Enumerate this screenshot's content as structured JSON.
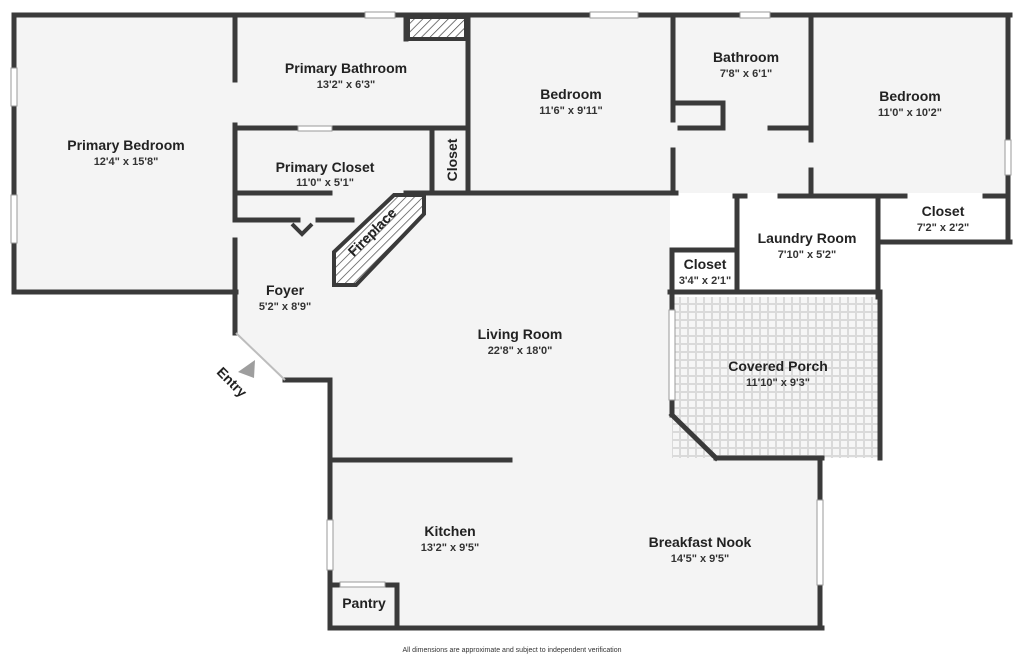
{
  "rooms": {
    "primary_bedroom": {
      "name": "Primary Bedroom",
      "dim": "12'4\" x 15'8\""
    },
    "primary_bathroom": {
      "name": "Primary Bathroom",
      "dim": "13'2\" x 6'3\""
    },
    "primary_closet": {
      "name": "Primary Closet",
      "dim": "11'0\" x 5'1\""
    },
    "closet_small": {
      "name": "Closet"
    },
    "bedroom_center": {
      "name": "Bedroom",
      "dim": "11'6\" x 9'11\""
    },
    "bathroom": {
      "name": "Bathroom",
      "dim": "7'8\" x 6'1\""
    },
    "bedroom_right": {
      "name": "Bedroom",
      "dim": "11'0\" x 10'2\""
    },
    "closet_right": {
      "name": "Closet",
      "dim": "7'2\" x 2'2\""
    },
    "laundry": {
      "name": "Laundry Room",
      "dim": "7'10\" x 5'2\""
    },
    "closet_laundry": {
      "name": "Closet",
      "dim": "3'4\" x 2'1\""
    },
    "fireplace": {
      "name": "Fireplace"
    },
    "foyer": {
      "name": "Foyer",
      "dim": "5'2\" x 8'9\""
    },
    "living": {
      "name": "Living Room",
      "dim": "22'8\" x 18'0\""
    },
    "porch": {
      "name": "Covered Porch",
      "dim": "11'10\" x 9'3\""
    },
    "kitchen": {
      "name": "Kitchen",
      "dim": "13'2\" x 9'5\""
    },
    "breakfast": {
      "name": "Breakfast Nook",
      "dim": "14'5\" x 9'5\""
    },
    "pantry": {
      "name": "Pantry"
    }
  },
  "entry_label": "Entry",
  "footnote": "All dimensions are approximate and subject to independent verification",
  "colors": {
    "wall": "#3a3a3a",
    "floor": "#f4f4f4",
    "entry_arrow": "#9e9e9e"
  }
}
